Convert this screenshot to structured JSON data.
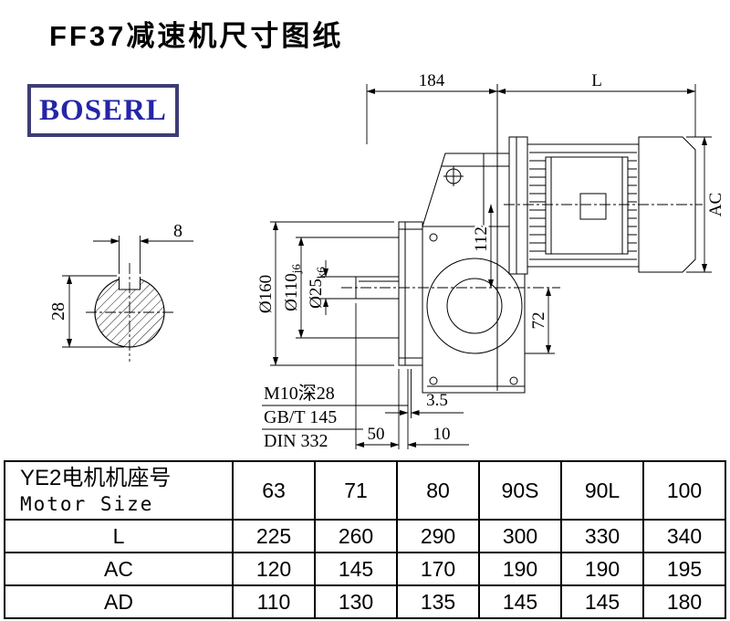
{
  "title": "FF37减速机尺寸图纸",
  "logo": "BOSERL",
  "colors": {
    "logo_border": "#3d3d74",
    "logo_text": "#2525a8",
    "drawing_line": "#000000",
    "background": "#ffffff"
  },
  "drawing": {
    "dim_184": "184",
    "dim_l": "L",
    "dim_ac": "AC",
    "dim_112": "112",
    "dim_72": "72",
    "dim_d160": "Ø160",
    "dim_d110_main": "Ø110",
    "dim_d110_sub": "j6",
    "dim_d25_main": "Ø25",
    "dim_d25_sub": "k6",
    "dim_8": "8",
    "dim_28": "28",
    "dim_3_5": "3.5",
    "dim_50": "50",
    "dim_10": "10",
    "note_m10": "M10深28",
    "note_gbt": "GB/T 145",
    "note_din": "DIN 332"
  },
  "table": {
    "header": {
      "cn": "YE2电机机座号",
      "en": "Motor Size"
    },
    "sizes": [
      "63",
      "71",
      "80",
      "90S",
      "90L",
      "100"
    ],
    "rows": [
      {
        "label": "L",
        "values": [
          "225",
          "260",
          "290",
          "300",
          "330",
          "340"
        ]
      },
      {
        "label": "AC",
        "values": [
          "120",
          "145",
          "170",
          "190",
          "190",
          "195"
        ]
      },
      {
        "label": "AD",
        "values": [
          "110",
          "130",
          "135",
          "145",
          "145",
          "180"
        ]
      }
    ]
  }
}
